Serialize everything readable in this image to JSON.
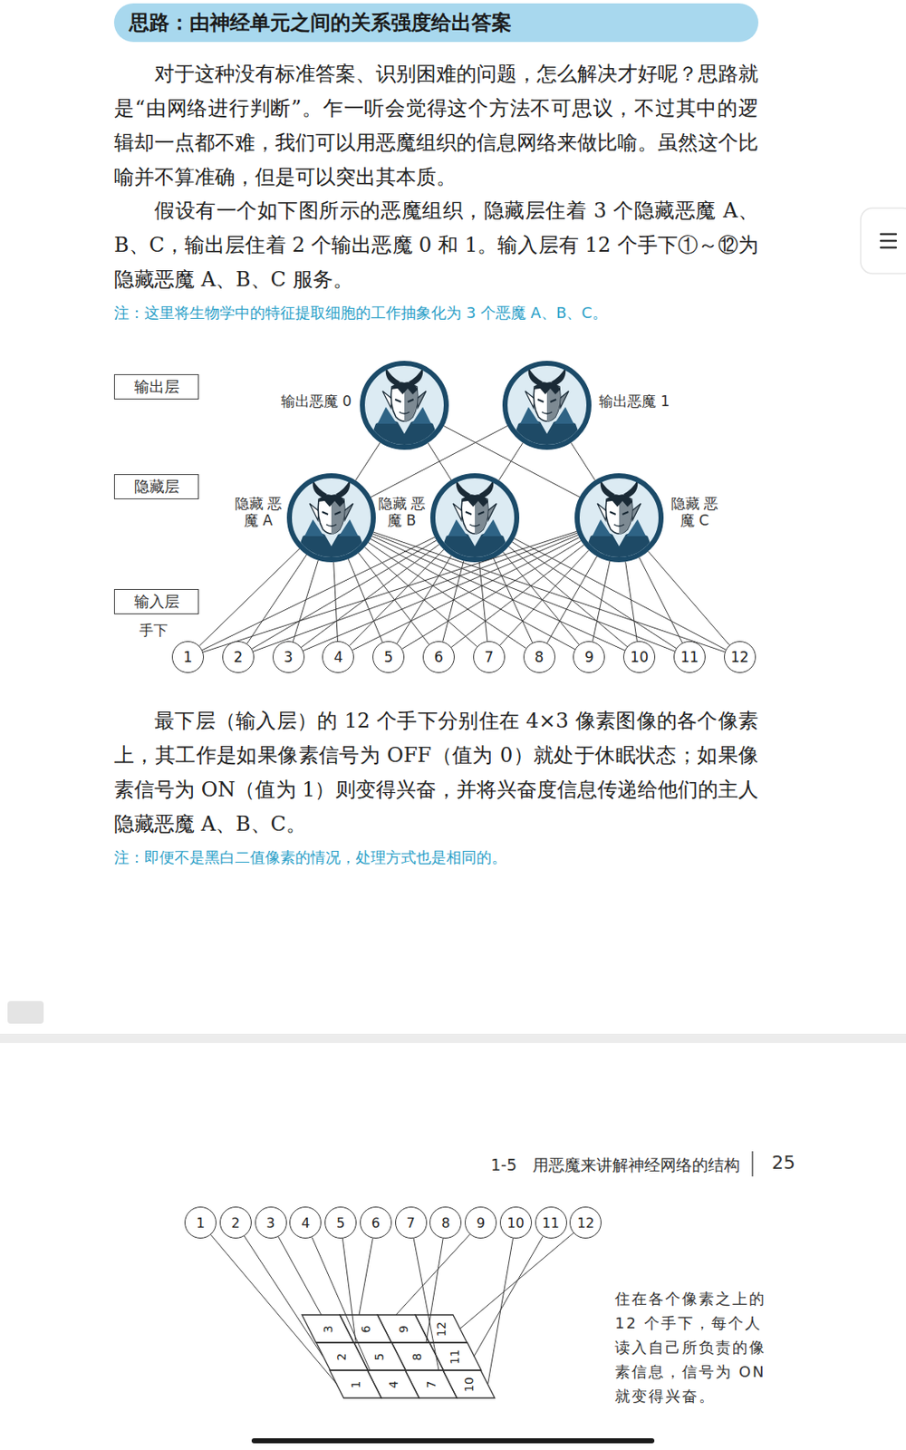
{
  "diagram": {
    "title": "思路：由神经单元之间的关系强度给出答案",
    "nodes": [
      {
        "text": [
          "输出层"
        ]
      },
      {
        "text": [
          "输出恶魔 0"
        ]
      },
      {
        "text": [
          "输出恶魔 1"
        ]
      },
      {
        "text": [
          "隐藏层"
        ]
      },
      {
        "text": [
          "隐藏 恶魔 A"
        ]
      },
      {
        "text": [
          "隐藏 恶魔 B"
        ]
      },
      {
        "text": [
          "隐藏 恶魔 C"
        ]
      },
      {
        "text": [
          "输入层"
        ]
      },
      {
        "text": [
          "1"
        ]
      },
      {
        "text": [
          "2"
        ]
      },
      {
        "text": [
          "3"
        ]
      },
      {
        "text": [
          "4"
        ]
      },
      {
        "text": [
          "5"
        ]
      },
      {
        "text": [
          "6"
        ]
      },
      {
        "text": [
          "7"
        ]
      },
      {
        "text": [
          "8"
        ]
      },
      {
        "text": [
          "9"
        ]
      },
      {
        "text": [
          "10"
        ]
      },
      {
        "text": [
          "11"
        ]
      },
      {
        "text": [
          "12"
        ]
      },
      {
        "text": [
          "1"
        ]
      },
      {
        "text": [
          "2"
        ]
      },
      {
        "text": [
          "3"
        ]
      },
      {
        "text": [
          "4"
        ]
      },
      {
        "text": [
          "5"
        ]
      },
      {
        "text": [
          "6"
        ]
      },
      {
        "text": [
          "7"
        ]
      },
      {
        "text": [
          "8"
        ]
      },
      {
        "text": [
          "9"
        ]
      },
      {
        "text": [
          "10"
        ]
      },
      {
        "text": [
          "11"
        ]
      },
      {
        "text": [
          "12"
        ]
      },
      {
        "text": [
          "3"
        ]
      },
      {
        "text": [
          "6"
        ]
      },
      {
        "text": [
          "9"
        ]
      },
      {
        "text": [
          "12"
        ]
      },
      {
        "text": [
          "2"
        ]
      },
      {
        "text": [
          "5"
        ]
      },
      {
        "text": [
          "8"
        ]
      },
      {
        "text": [
          "11"
        ]
      },
      {
        "text": [
          "1"
        ]
      },
      {
        "text": [
          "4"
        ]
      },
      {
        "text": [
          "7"
        ]
      },
      {
        "text": [
          "10"
        ]
      }
    ],
    "edges": [
      {
        "from": 8,
        "to": 4,
        "arrow": "none"
      },
      {
        "from": 8,
        "to": 5,
        "arrow": "none"
      },
      {
        "from": 8,
        "to": 6,
        "arrow": "none"
      },
      {
        "from": 9,
        "to": 4,
        "arrow": "none"
      },
      {
        "from": 9,
        "to": 5,
        "arrow": "none"
      },
      {
        "from": 9,
        "to": 6,
        "arrow": "none"
      },
      {
        "from": 10,
        "to": 4,
        "arrow": "none"
      },
      {
        "from": 10,
        "to": 5,
        "arrow": "none"
      },
      {
        "from": 10,
        "to": 6,
        "arrow": "none"
      },
      {
        "from": 11,
        "to": 4,
        "arrow": "none"
      },
      {
        "from": 11,
        "to": 5,
        "arrow": "none"
      },
      {
        "from": 11,
        "to": 6,
        "arrow": "none"
      },
      {
        "from": 12,
        "to": 4,
        "arrow": "none"
      },
      {
        "from": 12,
        "to": 5,
        "arrow": "none"
      },
      {
        "from": 12,
        "to": 6,
        "arrow": "none"
      },
      {
        "from": 13,
        "to": 4,
        "arrow": "none"
      },
      {
        "from": 13,
        "to": 5,
        "arrow": "none"
      },
      {
        "from": 13,
        "to": 6,
        "arrow": "none"
      },
      {
        "from": 14,
        "to": 4,
        "arrow": "none"
      },
      {
        "from": 14,
        "to": 5,
        "arrow": "none"
      },
      {
        "from": 14,
        "to": 6,
        "arrow": "none"
      },
      {
        "from": 15,
        "to": 4,
        "arrow": "none"
      },
      {
        "from": 15,
        "to": 5,
        "arrow": "none"
      },
      {
        "from": 15,
        "to": 6,
        "arrow": "none"
      },
      {
        "from": 16,
        "to": 4,
        "arrow": "none"
      },
      {
        "from": 16,
        "to": 5,
        "arrow": "none"
      },
      {
        "from": 16,
        "to": 6,
        "arrow": "none"
      },
      {
        "from": 17,
        "to": 4,
        "arrow": "none"
      },
      {
        "from": 17,
        "to": 5,
        "arrow": "none"
      },
      {
        "from": 17,
        "to": 6,
        "arrow": "none"
      },
      {
        "from": 18,
        "to": 4,
        "arrow": "none"
      },
      {
        "from": 18,
        "to": 5,
        "arrow": "none"
      },
      {
        "from": 18,
        "to": 6,
        "arrow": "none"
      },
      {
        "from": 19,
        "to": 4,
        "arrow": "none"
      },
      {
        "from": 19,
        "to": 5,
        "arrow": "none"
      },
      {
        "from": 19,
        "to": 6,
        "arrow": "none"
      },
      {
        "from": 4,
        "to": 1,
        "arrow": "none"
      },
      {
        "from": 4,
        "to": 2,
        "arrow": "none"
      },
      {
        "from": 5,
        "to": 1,
        "arrow": "none"
      },
      {
        "from": 5,
        "to": 2,
        "arrow": "none"
      },
      {
        "from": 6,
        "to": 1,
        "arrow": "none"
      },
      {
        "from": 6,
        "to": 2,
        "arrow": "none"
      },
      {
        "from": 20,
        "to": 40,
        "arrow": "none"
      },
      {
        "from": 21,
        "to": 36,
        "arrow": "none"
      },
      {
        "from": 22,
        "to": 32,
        "arrow": "none"
      },
      {
        "from": 23,
        "to": 41,
        "arrow": "none"
      },
      {
        "from": 24,
        "to": 37,
        "arrow": "none"
      },
      {
        "from": 25,
        "to": 33,
        "arrow": "none"
      },
      {
        "from": 26,
        "to": 42,
        "arrow": "none"
      },
      {
        "from": 27,
        "to": 38,
        "arrow": "none"
      },
      {
        "from": 28,
        "to": 34,
        "arrow": "none"
      },
      {
        "from": 29,
        "to": 43,
        "arrow": "none"
      },
      {
        "from": 30,
        "to": 39,
        "arrow": "none"
      },
      {
        "from": 31,
        "to": 35,
        "arrow": "none"
      }
    ],
    "labels": [
      "对于这种没有标准答案、识别困难的问题，怎么解决才好呢？思路就是“由网络进行判断”。乍一听会觉得这个方法不可思议，不过其中的逻辑却一点都不难，我们可以用恶魔组织的信息网络来做比喻。虽然这个比喻并不算准确，但是可以突出其本质。",
      "假设有一个如下图所示的恶魔组织，隐藏层住着 3 个隐藏恶魔 A、B、C，输出层住着 2 个输出恶魔 0 和 1。输入层有 12 个手下①～⑫为隐藏恶魔 A、B、C 服务。",
      "注：这里将生物学中的特征提取细胞的工作抽象化为 3 个恶魔 A、B、C。",
      "手下",
      "最下层（输入层）的 12 个手下分别住在 4×3 像素图像的各个像素上，其工作是如果像素信号为 OFF（值为 0）就处于休眠状态；如果像素信号为 ON（值为 1）则变得兴奋，并将兴奋度信息传递给他们的主人隐藏恶魔 A、B、C。",
      "注：即便不是黑白二值像素的情况，处理方式也是相同的。",
      "1-5　用恶魔来讲解神经网络的结构",
      "25",
      "住在各个像素之上的 12 个手下，每个人读入自己所负责的像素信息，信号为 ON 就变得兴奋。"
    ]
  }
}
